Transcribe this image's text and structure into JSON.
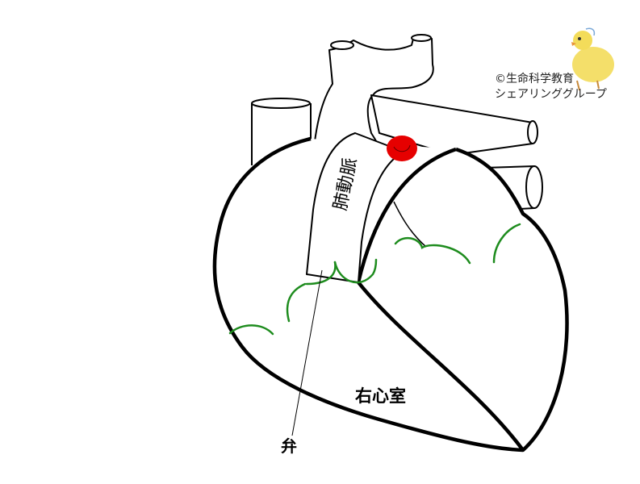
{
  "labels": {
    "pulmonary_artery": "肺動脈",
    "right_ventricle": "右心室",
    "valve": "弁"
  },
  "credit": {
    "line1": "©生命科学教育",
    "line2": "シェアリンググループ"
  },
  "colors": {
    "outline": "#000000",
    "background": "#ffffff",
    "coronary_vessels": "#1e8c1e",
    "marker": "#e60000",
    "chick": "#f3dc5a"
  },
  "icons": {
    "mascot": "chick-icon"
  }
}
